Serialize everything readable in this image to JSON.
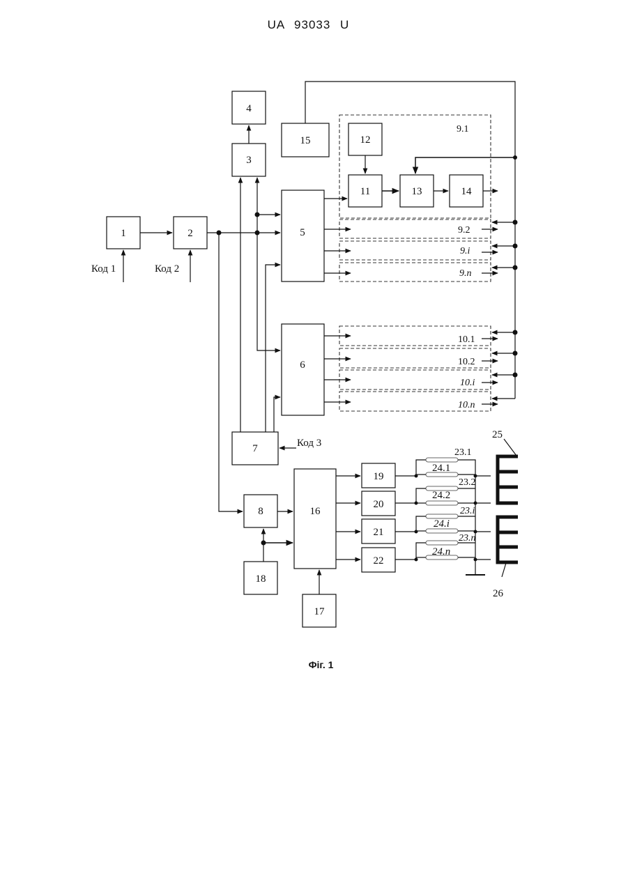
{
  "header": {
    "doc_id": "UA 93033 U"
  },
  "caption": "Фіг. 1",
  "blocks": {
    "b1": "1",
    "b2": "2",
    "b3": "3",
    "b4": "4",
    "b5": "5",
    "b6": "6",
    "b7": "7",
    "b8": "8",
    "b11": "11",
    "b12": "12",
    "b13": "13",
    "b14": "14",
    "b15": "15",
    "b16": "16",
    "b17": "17",
    "b18": "18",
    "b19": "19",
    "b20": "20",
    "b21": "21",
    "b22": "22"
  },
  "groups": {
    "g9_1": "9.1",
    "g9_2": "9.2",
    "g9_i": "9.i",
    "g9_n": "9.n",
    "g10_1": "10.1",
    "g10_2": "10.2",
    "g10_i": "10.i",
    "g10_n": "10.n"
  },
  "coils": {
    "c23_1": "23.1",
    "c24_1": "24.1",
    "c23_2": "23.2",
    "c24_2": "24.2",
    "c23_i": "23.i",
    "c24_i": "24.i",
    "c23_n": "23.n",
    "c24_n": "24.n"
  },
  "electrodes": {
    "e25": "25",
    "e26": "26"
  },
  "inputs": {
    "code1": "Код 1",
    "code2": "Код 2",
    "code3": "Код 3"
  }
}
